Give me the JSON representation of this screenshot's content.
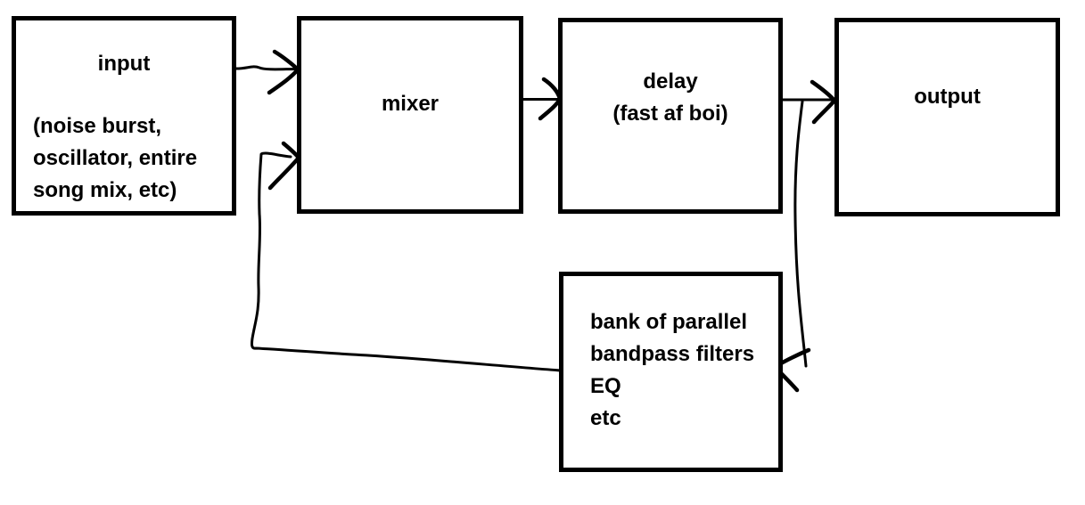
{
  "diagram": {
    "colors": {
      "ink": "#000000",
      "background": "#ffffff"
    },
    "nodes": [
      {
        "id": "input",
        "title": "input",
        "subtitle": "(noise burst,\noscillator, entire\nsong mix, etc)"
      },
      {
        "id": "mixer",
        "label": "mixer"
      },
      {
        "id": "delay",
        "label": "delay\n(fast af boi)"
      },
      {
        "id": "output",
        "label": "output"
      },
      {
        "id": "filter-bank",
        "label": "bank of parallel\nbandpass filters\nEQ\netc"
      }
    ],
    "edges": [
      {
        "name": "input-to-mixer"
      },
      {
        "name": "mixer-to-delay"
      },
      {
        "name": "delay-to-output"
      },
      {
        "name": "delay-output-tap-to-filter-bank"
      },
      {
        "name": "filter-bank-to-mixer-feedback"
      }
    ]
  }
}
